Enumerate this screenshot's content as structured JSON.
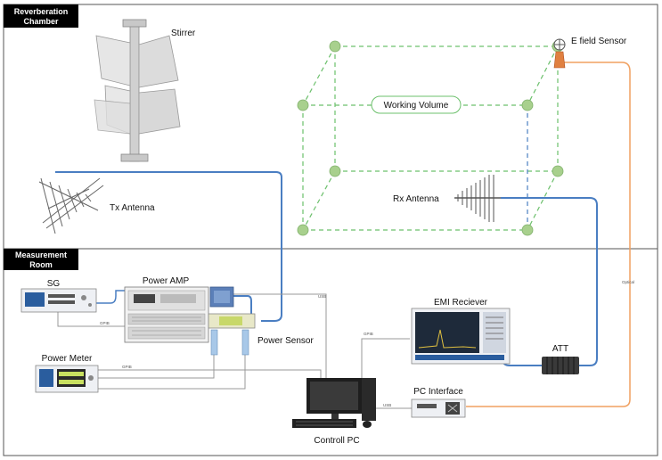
{
  "sections": {
    "reverberation_chamber": [
      "Reverberation",
      "Chamber"
    ],
    "measurement_room": [
      "Measurement",
      "Room"
    ]
  },
  "labels": {
    "stirrer": "Stirrer",
    "e_field_sensor": "E field Sensor",
    "working_volume": "Working Volume",
    "tx_antenna": "Tx Antenna",
    "rx_antenna": "Rx Antenna",
    "sg": "SG",
    "power_amp": "Power  AMP",
    "power_sensor": "Power Sensor",
    "power_meter": "Power Meter",
    "emi_receiver": "EMI Reciever",
    "att": "ATT",
    "pc_interface": "PC Interface",
    "control_pc": "Controll PC"
  },
  "links": {
    "usb_top": "USB",
    "usb_pc": "USB",
    "gpib_sg": "GPIB",
    "gpib_pm": "GPIB",
    "gpib_emi": "GPIB",
    "optical": "Optical"
  },
  "colors": {
    "rf_cable": "#4a7ec2",
    "optical_fiber": "#f0a060",
    "control_cable": "#999999",
    "working_volume_edge": "#6cc06c",
    "node": "#a8d08d",
    "header_bg": "#000000"
  }
}
